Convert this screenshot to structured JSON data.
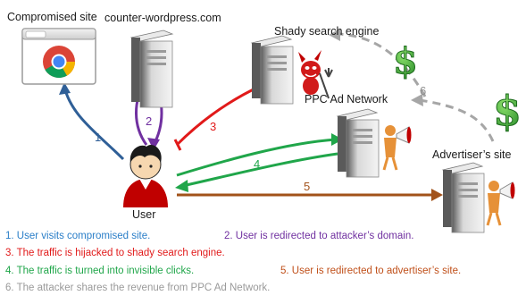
{
  "nodes": {
    "compromised_site": "Compromised site",
    "counter_wordpress": "counter-wordpress.com",
    "shady_search": "Shady search engine",
    "ppc_network": "PPC Ad Network",
    "advertiser_site": "Advertiser’s site",
    "user": "User"
  },
  "edges": [
    {
      "num": "1",
      "color": "#2f5f97"
    },
    {
      "num": "2",
      "color": "#7030a0"
    },
    {
      "num": "3",
      "color": "#e11a1a"
    },
    {
      "num": "4",
      "color": "#20a64a"
    },
    {
      "num": "5",
      "color": "#a2521a"
    },
    {
      "num": "6",
      "color": "#9a9a9a"
    }
  ],
  "legend": [
    {
      "text": "1. User visits compromised site.",
      "color": "#2a7ec8"
    },
    {
      "text": "2. User is redirected to attacker’s domain.",
      "color": "#7030a0"
    },
    {
      "text": "3. The traffic is hijacked to shady search engine.",
      "color": "#e11a1a"
    },
    {
      "text": "4. The traffic is turned into invisible clicks.",
      "color": "#20a64a"
    },
    {
      "text": "5. User is redirected to advertiser’s site.",
      "color": "#c0501a"
    },
    {
      "text": "6. The attacker shares the revenue from PPC Ad Network.",
      "color": "#9a9a9a"
    }
  ],
  "icons": {
    "servers": [
      "server-icon",
      "server-icon",
      "server-icon",
      "server-icon"
    ],
    "browser": "chrome-browser-icon",
    "user": "user-avatar-icon",
    "devil": "devil-icon",
    "megaphone": "megaphone-person-icon",
    "money": "dollar-sign-icon"
  }
}
